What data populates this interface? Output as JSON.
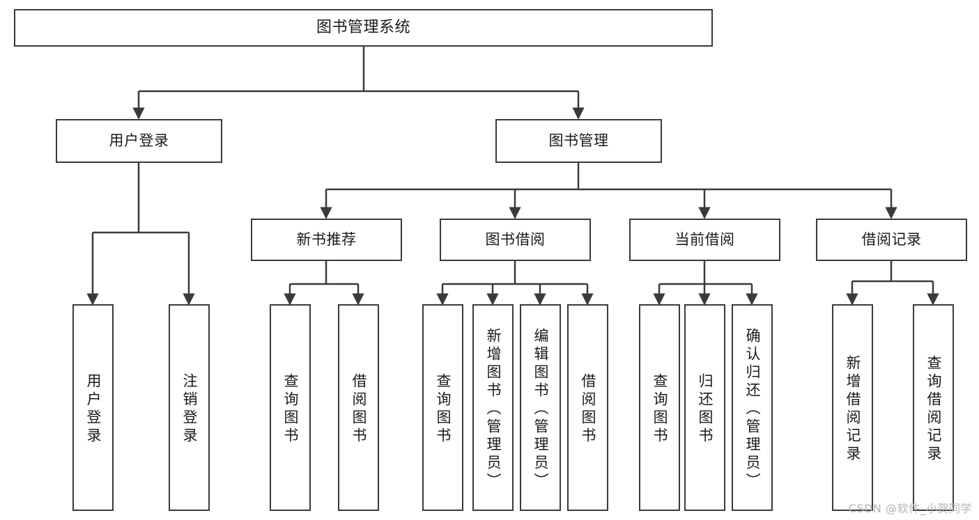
{
  "diagram": {
    "title_node": {
      "label": "图书管理系统"
    },
    "level1": [
      {
        "label": "用户登录"
      },
      {
        "label": "图书管理"
      }
    ],
    "level2": [
      {
        "label": "新书推荐"
      },
      {
        "label": "图书借阅"
      },
      {
        "label": "当前借阅"
      },
      {
        "label": "借阅记录"
      }
    ],
    "leaves": {
      "user_login": [
        {
          "label": "用户登录"
        },
        {
          "label": "注销登录"
        }
      ],
      "new_book_recommend": [
        {
          "label": "查询图书"
        },
        {
          "label": "借阅图书"
        }
      ],
      "book_borrow": [
        {
          "label": "查询图书"
        },
        {
          "label": "新增图书（管理员）"
        },
        {
          "label": "编辑图书（管理员）"
        },
        {
          "label": "借阅图书"
        }
      ],
      "current_borrow": [
        {
          "label": "查询图书"
        },
        {
          "label": "归还图书"
        },
        {
          "label": "确认归还（管理员）"
        }
      ],
      "borrow_record": [
        {
          "label": "新增借阅记录"
        },
        {
          "label": "查询借阅记录"
        }
      ]
    }
  },
  "watermark": {
    "text": "CSDN @软件_小贺同学"
  },
  "colors": {
    "box_border": "#3a3a3a",
    "connector": "#3a3a3a",
    "text": "#1a1a1a",
    "background": "#ffffff",
    "watermark": "#b4b4b4"
  }
}
